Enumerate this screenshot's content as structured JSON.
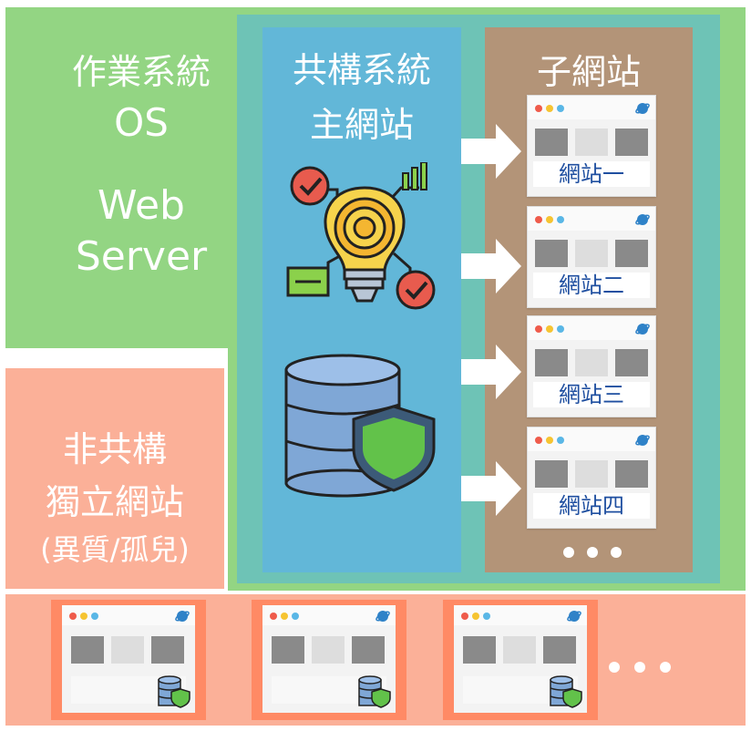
{
  "os_box": {
    "line1": "作業系統",
    "line2": "OS",
    "line3": "Web",
    "line4": "Server"
  },
  "main_site": {
    "line1": "共構系統",
    "line2": "主網站"
  },
  "sub_sites": {
    "title": "子網站",
    "labels": [
      "網站一",
      "網站二",
      "網站三",
      "網站四"
    ]
  },
  "independent": {
    "line1": "非共構",
    "line2": "獨立網站",
    "line3": "(異質/孤兒)"
  },
  "colors": {
    "os_green": "#93d583",
    "host_teal": "#6ec3b6",
    "main_blue": "#62b7d8",
    "sub_brown": "#b39478",
    "independent_salmon": "#fbb098",
    "ext_orange": "#ff8a65"
  },
  "icons": {
    "main": "lightbulb-gear-icon",
    "db": "database-shield-icon",
    "globe": "globe-icon"
  }
}
